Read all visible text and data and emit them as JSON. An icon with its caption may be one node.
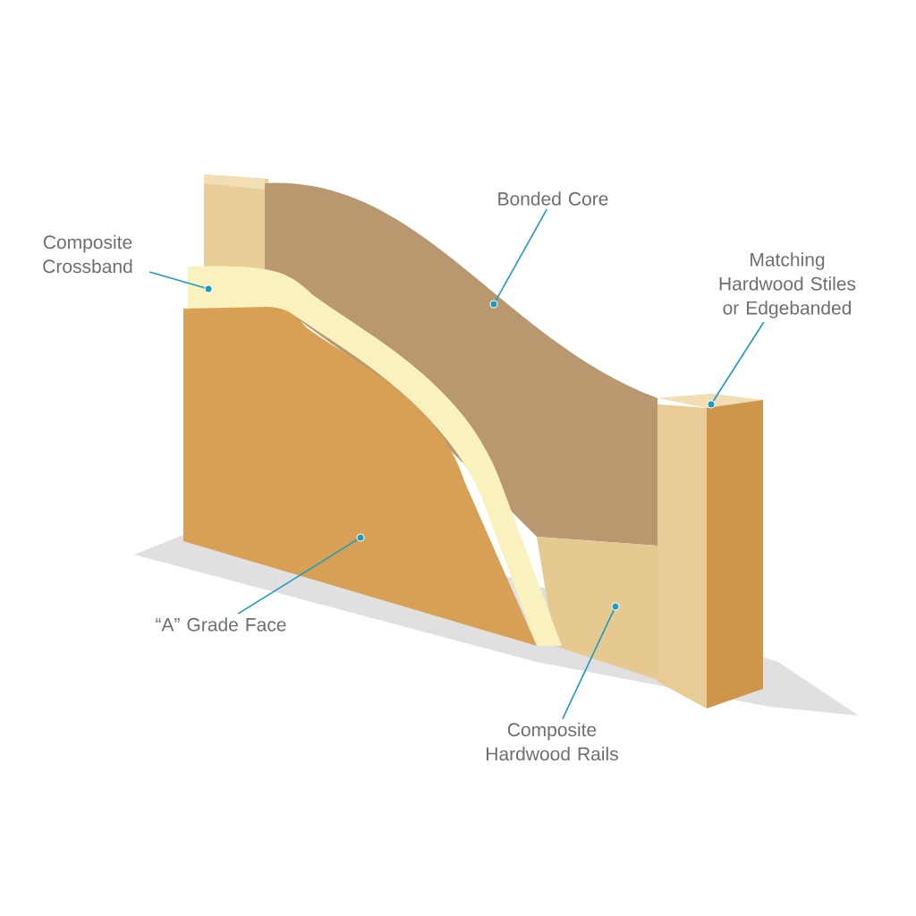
{
  "diagram": {
    "nodes": [
      {
        "text": [
          "Bonded Core"
        ]
      },
      {
        "text": [
          "Composite Crossband"
        ]
      },
      {
        "text": [
          "Matching Hardwood Stiles or Edgebanded"
        ]
      },
      {
        "text": [
          "“A” Grade Face"
        ]
      },
      {
        "text": [
          "Composite Hardwood Rails"
        ]
      },
      {
        "text": [],
        "shape": "circle"
      },
      {
        "text": [],
        "shape": "circle"
      },
      {
        "text": [],
        "shape": "circle"
      },
      {
        "text": [],
        "shape": "circle"
      },
      {
        "text": [],
        "shape": "circle"
      }
    ],
    "edges": [
      {
        "from": 1,
        "to": 5,
        "arrow": "none"
      },
      {
        "from": 3,
        "to": 6,
        "arrow": "none"
      },
      {
        "from": 0,
        "to": 7,
        "arrow": "none"
      },
      {
        "from": 4,
        "to": 8,
        "arrow": "none"
      },
      {
        "from": 2,
        "to": 9,
        "arrow": "none"
      }
    ]
  }
}
